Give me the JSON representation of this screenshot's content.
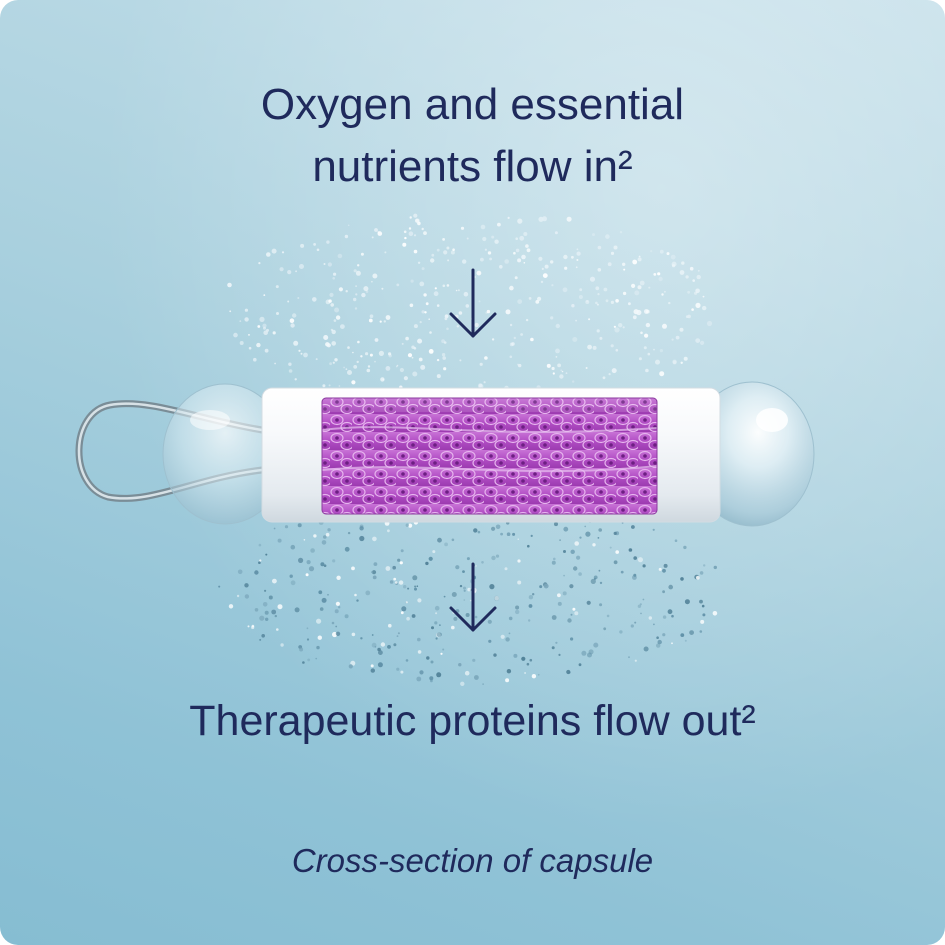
{
  "diagram": {
    "inflow_label_line1": "Oxygen and essential",
    "inflow_label_line2": "nutrients flow in²",
    "outflow_label": "Therapeutic proteins flow out²",
    "caption": "Cross-section of capsule"
  },
  "colors": {
    "text": "#1f2a5c",
    "background_light": "#c6e0ea",
    "background_dark": "#86bdd2",
    "cell_tissue": "#b54fc6",
    "capsule_white": "#f4f6f8"
  },
  "icons": [
    "arrow-down-icon",
    "arrow-down-icon",
    "capsule-illustration",
    "particle-cloud"
  ]
}
